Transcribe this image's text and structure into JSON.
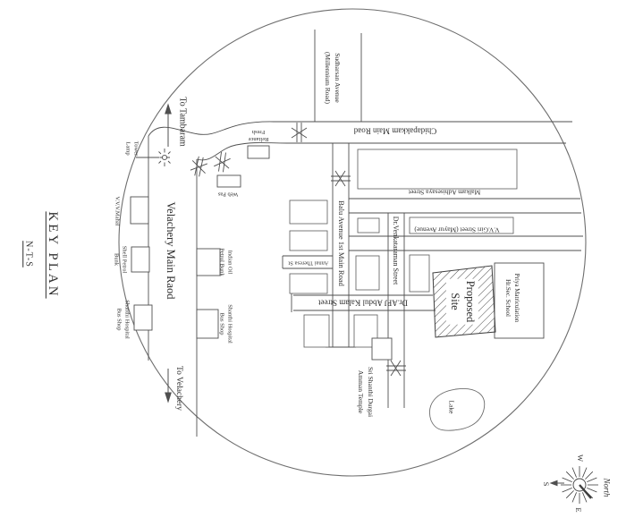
{
  "title": "KEY PLAN",
  "scale": "N-T-S",
  "colors": {
    "ink": "#2e2e2e",
    "line": "#4f4f4f",
    "circle": "#6e6e6e"
  },
  "circle_map": {
    "roads": {
      "sudharsan": "Sudharsan Avenue\n(Millennium Road)",
      "chidapakkam": "Chidapakkam Main Road",
      "velachery": "Velachery Main Raod",
      "balu": "Balu Avenue 1st Main Road",
      "venkataraman": "Dr.Venkataraman Street",
      "malkam": "Malkam Adhisesaya Street",
      "vv_giri": "V.V.Giri Street (Mayur Avenue)",
      "annai_theresa": "Annai Theresa St",
      "abdul_kalam": "Dr.APJ Abdul Kalam Street"
    },
    "directions": {
      "to_tambaram": "To Tambaram",
      "to_velachery": "To Velachery"
    },
    "landmarks": {
      "tower_lamp": "Tower\nLamp",
      "reliance_fresh": "Reliance\nFresh",
      "web_pas": "Web Pas",
      "vvv_mahal": "V.V.V.Mahal",
      "shell_petrol": "Shell Petrol\nBunk",
      "shanthi_hospital_left": "Shanthi Hospital\nBus Shop",
      "indian_oil": "Indian Oil\nPetrol Bunk",
      "shanthi_hospital_right": "Shanthi Hospital\nBus Shop",
      "proposed_site": "Proposed\nSite",
      "school": "Priya Matriculation\nHr.Sec. School",
      "temple": "Sri Shanthi Durgai\nAmman Temple",
      "lake": "Lake"
    }
  },
  "compass": {
    "north": "North",
    "west": "W",
    "south": "S",
    "east": "E"
  }
}
